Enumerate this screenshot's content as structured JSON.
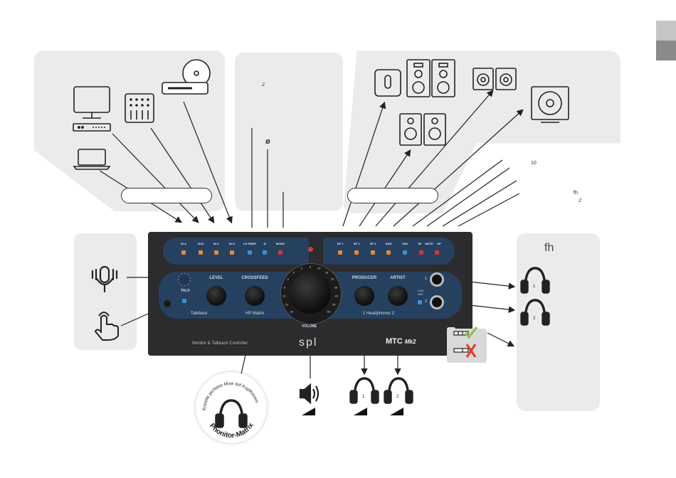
{
  "panel_labels": {
    "exponent_a": "2",
    "phase_symbol": "ø",
    "ten": "10",
    "fh_small": "fh",
    "exponent_b": "2",
    "fh_right": "fh"
  },
  "front_panel": {
    "inputs": [
      "IN A",
      "IN B",
      "IN C",
      "IN D"
    ],
    "matrix_buttons": [
      "LR SWAP",
      "Ø",
      "MONO"
    ],
    "speaker_buttons": [
      "SP 1",
      "SP 2",
      "SP 3",
      "SUB"
    ],
    "other_buttons": [
      "DIM",
      "SP",
      "MUTE",
      "HP"
    ],
    "talk_label": "TALK",
    "level_label": "LEVEL",
    "crossfeed_label": "CROSSFEED",
    "volume_label": "VOLUME",
    "producer_label": "PRODUCER",
    "artist_label": "ARTIST",
    "cue_mix_label": "CUE MIX",
    "section_talkback": "Talkback",
    "section_hp_matrix": "HP Matrix",
    "section_headphones": "1    Headphones    2",
    "jack_numbers": [
      "1",
      "2"
    ],
    "model_subtitle": "Monitor & Talkback Controller",
    "brand": "spl",
    "model": "MTC",
    "model_suffix": "Mk2",
    "volume_scale": [
      "20",
      "15",
      "10",
      "6",
      "3",
      "0",
      "3",
      "6",
      "10",
      "15",
      "20",
      "30",
      "40",
      "50",
      "60"
    ]
  },
  "headphone_numbers": {
    "right_1": "1",
    "right_2": "2",
    "bottom_1": "1",
    "bottom_2": "2"
  },
  "badge": {
    "arc_text": "Erstelle perfekte Mixe auf Kopfhörern",
    "name": "Phonitor-Matrix"
  },
  "colors": {
    "panel_gray": "#ebebeb",
    "device_body": "#2c2c2e",
    "strip_blue": "#26405f",
    "led_orange": "#e08a3c",
    "led_blue": "#3a8fd6",
    "led_red": "#d9353a",
    "check_green": "#8bc34a",
    "cross_red": "#e53935"
  }
}
